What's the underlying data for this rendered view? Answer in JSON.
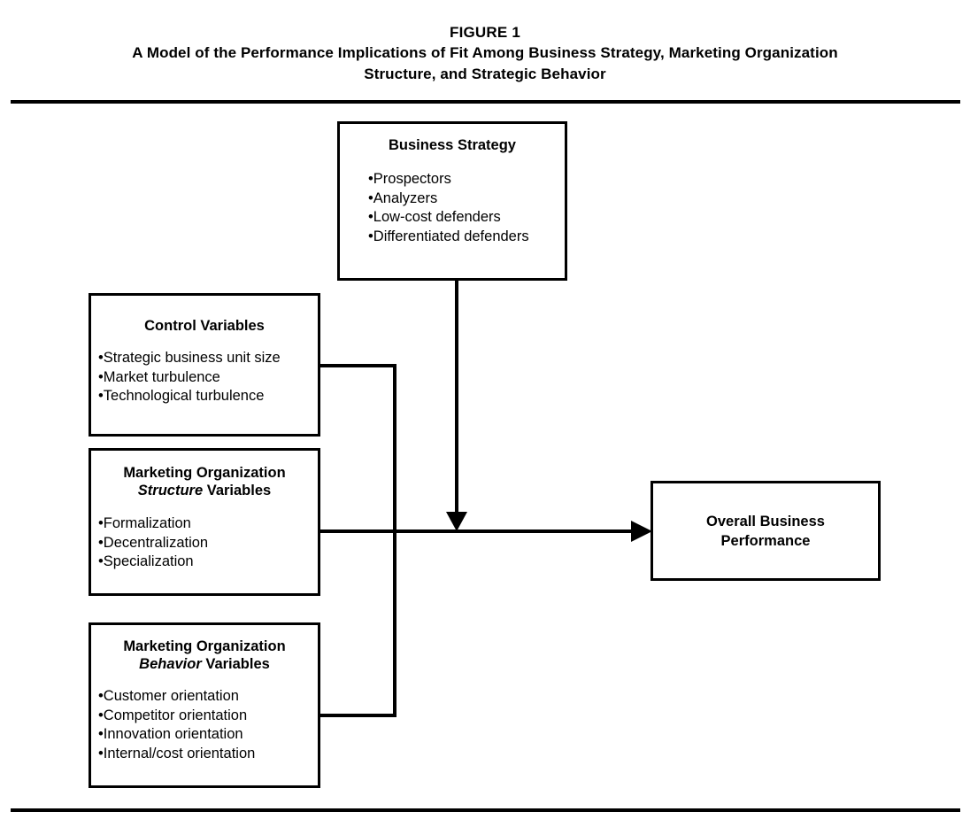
{
  "figure": {
    "number": "FIGURE 1",
    "title_line1": "A Model of the Performance Implications of Fit Among Business Strategy, Marketing Organization",
    "title_line2": "Structure, and Strategic Behavior"
  },
  "colors": {
    "line": "#000000",
    "background": "#ffffff",
    "text": "#000000"
  },
  "nodes": {
    "business_strategy": {
      "title": "Business Strategy",
      "items": [
        "Prospectors",
        "Analyzers",
        "Low-cost defenders",
        "Differentiated defenders"
      ]
    },
    "control_variables": {
      "title": "Control Variables",
      "items": [
        "Strategic business unit size",
        "Market turbulence",
        "Technological turbulence"
      ]
    },
    "structure_variables": {
      "title_line1": "Marketing Organization",
      "title_emphasis": "Structure",
      "title_line2_suffix": " Variables",
      "items": [
        "Formalization",
        "Decentralization",
        "Specialization"
      ]
    },
    "behavior_variables": {
      "title_line1": "Marketing Organization",
      "title_emphasis": "Behavior",
      "title_line2_suffix": " Variables",
      "items": [
        "Customer orientation",
        "Competitor orientation",
        "Innovation orientation",
        "Internal/cost orientation"
      ]
    },
    "overall_performance": {
      "title_line1": "Overall Business",
      "title_line2": "Performance"
    }
  },
  "connectors": [
    {
      "name": "business-strategy-to-outcome-path",
      "from": "business_strategy",
      "to": "main-path",
      "arrow": "down"
    },
    {
      "name": "control-variables-to-bus",
      "from": "control_variables",
      "to": "left-bus",
      "arrow": "none"
    },
    {
      "name": "structure-variables-to-outcome",
      "from": "structure_variables",
      "to": "overall_performance",
      "arrow": "right"
    },
    {
      "name": "behavior-variables-to-bus",
      "from": "behavior_variables",
      "to": "left-bus",
      "arrow": "none"
    }
  ]
}
